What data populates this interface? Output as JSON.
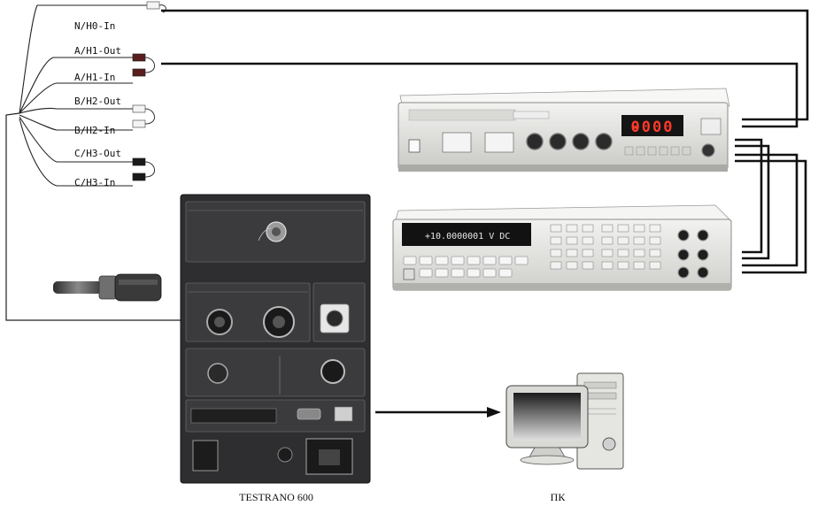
{
  "diagram": {
    "leads": [
      {
        "label": "N/H0-In",
        "plug_color": "#f4f4f4"
      },
      {
        "label": "A/H1-Out",
        "plug_color": "#5a1d1d"
      },
      {
        "label": "A/H1-In",
        "plug_color": "#5a1d1d"
      },
      {
        "label": "B/H2-Out",
        "plug_color": "#f4f4f4"
      },
      {
        "label": "B/H2-In",
        "plug_color": "#f4f4f4"
      },
      {
        "label": "C/H3-Out",
        "plug_color": "#1a1a1a"
      },
      {
        "label": "C/H3-In",
        "plug_color": "#1a1a1a"
      }
    ],
    "calibrator_display": "0000",
    "multimeter_display": "+10.0000001 V DC",
    "testrano_label": "TESTRANO 600",
    "pc_label": "ПК",
    "colors": {
      "cable": "#111111",
      "instrument_body": "#e7e7e4",
      "panel_dark": "#2d2d2f",
      "display_red": "#ff3a2a",
      "display_bg": "#111111"
    }
  }
}
